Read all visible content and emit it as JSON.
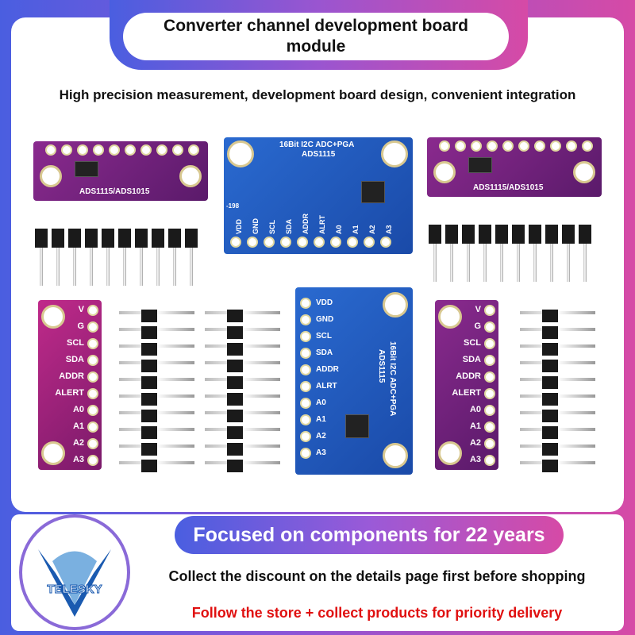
{
  "header": {
    "title": "Converter channel development board module",
    "subtitle": "High precision measurement, development board design, convenient integration"
  },
  "boards": {
    "chip_label": "ADS1115/ADS1015",
    "blue_title": "16Bit I2C ADC+PGA",
    "blue_chip": "ADS1115",
    "blue_code": "-198",
    "pins": [
      "VDD",
      "GND",
      "SCL",
      "SDA",
      "ADDR",
      "ALRT",
      "A0",
      "A1",
      "A2",
      "A3"
    ],
    "purple_pins": [
      "V",
      "G",
      "SCL",
      "SDA",
      "ADDR",
      "ALERT",
      "A0",
      "A1",
      "A2",
      "A3"
    ],
    "colors": {
      "purple": "#6a1f78",
      "pink": "#b0267f",
      "blue": "#2459c0"
    }
  },
  "footer": {
    "logo_text": "TELESKY",
    "focus": "Focused on components for 22 years",
    "collect": "Collect the discount on the details page first before shopping",
    "follow": "Follow the store + collect products for priority delivery",
    "follow_color": "#e01010"
  }
}
